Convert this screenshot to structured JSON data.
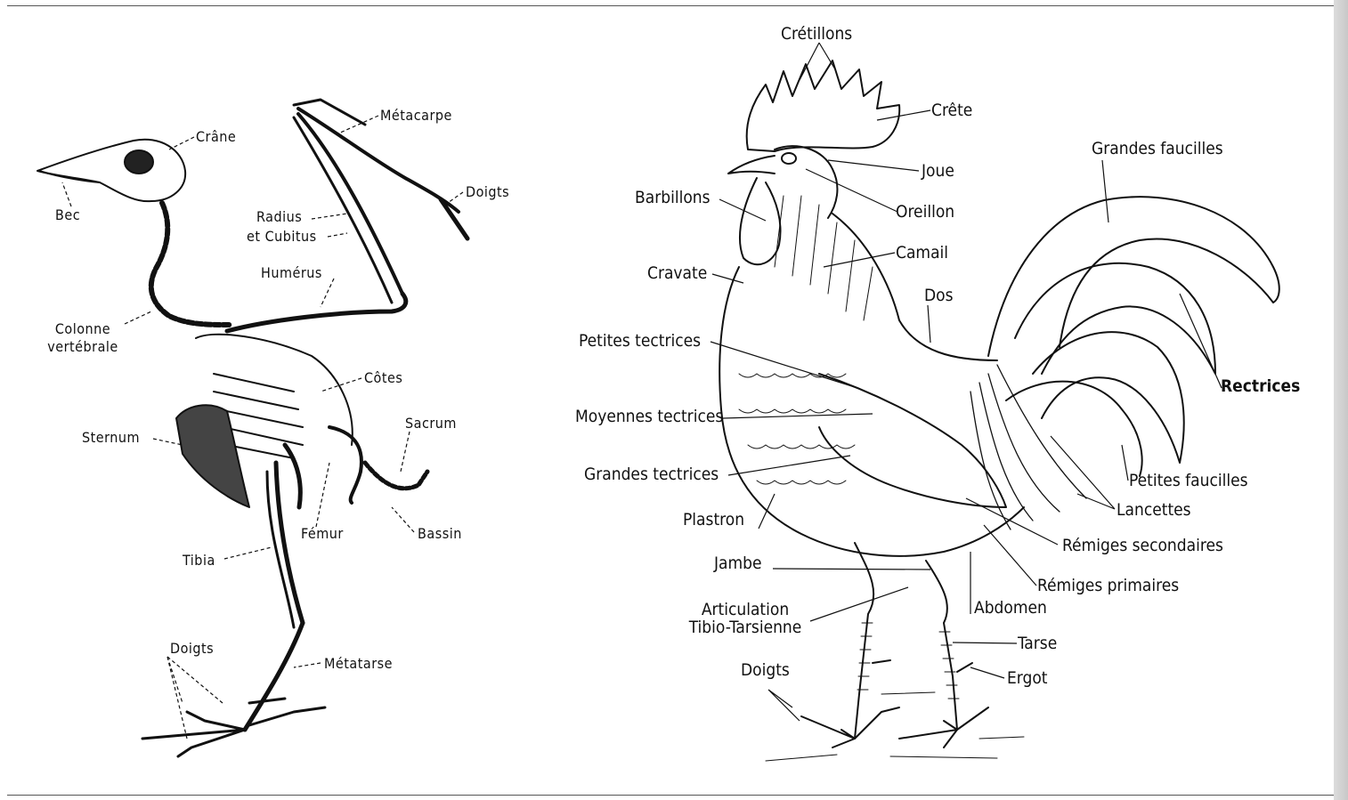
{
  "skeleton": {
    "labels": {
      "crane": "Crâne",
      "bec": "Bec",
      "metacarpe": "Métacarpe",
      "doigts_wing": "Doigts",
      "radius": "Radius",
      "cubitus": "et Cubitus",
      "humerus": "Humérus",
      "colonne_1": "Colonne",
      "colonne_2": "vertébrale",
      "cotes": "Côtes",
      "sacrum": "Sacrum",
      "sternum": "Sternum",
      "femur": "Fémur",
      "bassin": "Bassin",
      "tibia": "Tibia",
      "doigts_foot": "Doigts",
      "metatarse": "Métatarse"
    }
  },
  "rooster": {
    "labels": {
      "cretillons": "Crétillons",
      "crete": "Crête",
      "joue": "Joue",
      "barbillons": "Barbillons",
      "oreillon": "Oreillon",
      "grandes_faucilles": "Grandes faucilles",
      "camail": "Camail",
      "cravate": "Cravate",
      "dos": "Dos",
      "petites_tectrices": "Petites tectrices",
      "rectrices": "Rectrices",
      "moyennes_tectrices": "Moyennes tectrices",
      "grandes_tectrices": "Grandes tectrices",
      "petites_faucilles": "Petites faucilles",
      "lancettes": "Lancettes",
      "plastron": "Plastron",
      "remiges_secondaires": "Rémiges secondaires",
      "jambe": "Jambe",
      "remiges_primaires": "Rémiges primaires",
      "articulation_1": "Articulation",
      "articulation_2": "Tibio-Tarsienne",
      "abdomen": "Abdomen",
      "tarse": "Tarse",
      "doigts": "Doigts",
      "ergot": "Ergot"
    }
  }
}
